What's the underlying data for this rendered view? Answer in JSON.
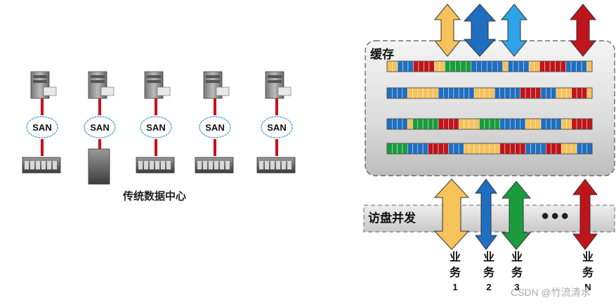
{
  "left": {
    "caption": "传统数据中心",
    "cloud_text": "SAN",
    "columns": 5
  },
  "right": {
    "cache_label": "缓存",
    "io_label": "访盘并发",
    "ellipsis": "●●●",
    "businesses": [
      {
        "chars": [
          "业",
          "务"
        ],
        "num": "1"
      },
      {
        "chars": [
          "业",
          "务"
        ],
        "num": "2"
      },
      {
        "chars": [
          "业",
          "务"
        ],
        "num": "3"
      },
      {
        "chars": [
          "业",
          "务"
        ],
        "num": "N"
      }
    ]
  },
  "watermark": "CSDN @竹流清水",
  "colors": {
    "yellow": "#f6c25a",
    "blue": "#1f6fc1",
    "light_blue": "#2ea3e8",
    "green": "#1a9c3e",
    "red": "#c0141b",
    "link_red": "#c8101a"
  }
}
